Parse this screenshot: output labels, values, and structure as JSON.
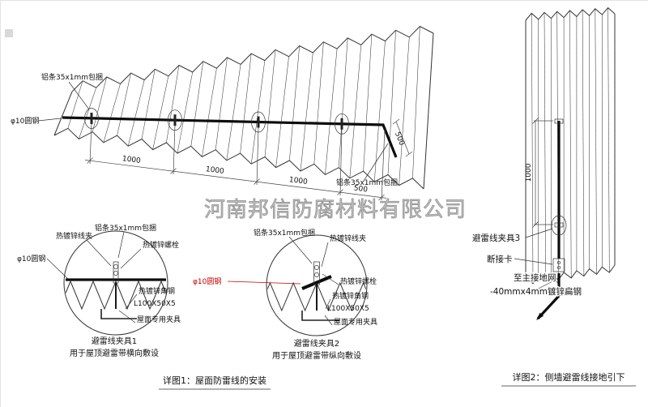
{
  "watermark": {
    "text": "河南邦信防腐材料有限公司"
  },
  "main": {
    "labels": {
      "strip_top": "铝条35x1mm包捆",
      "rod": "φ10圆钢",
      "strip_right": "铝条35x1mm包捆"
    },
    "dims": {
      "d1": "1000",
      "d2": "1000",
      "d3": "1000",
      "d4": "500",
      "side": "500"
    },
    "caption": "详图1：屋面防雷线的安装"
  },
  "detail1": {
    "labels": {
      "clamp": "热镀锌线夹",
      "strip": "铝条35x1mm包捆",
      "bolt": "热镀锌螺栓",
      "rod": "φ10圆钢",
      "angle": "热镀锌角钢",
      "angle_spec": "L100X50X5",
      "fixture": "屋面专用夹具"
    },
    "title": "避雷线夹具1",
    "subtitle": "用于屋顶避雷带横向敷设"
  },
  "detail2": {
    "labels": {
      "strip": "铝条35x1mm包捆",
      "clamp": "热镀锌线夹",
      "rod": "φ10圆钢",
      "bolt": "热镀锌螺栓",
      "angle": "热镀锌角钢",
      "angle_spec": "L100X50X5",
      "fixture": "屋面专用夹具"
    },
    "title": "避雷线夹具2",
    "subtitle": "用于屋顶避雷带纵向敷设"
  },
  "wall": {
    "dim": "1000",
    "labels": {
      "clamp3": "避雷线夹具3",
      "disconnect": "断接卡",
      "to_ground": "至主接地网",
      "flat_steel": "-40mmx4mm镀锌扁钢"
    },
    "caption": "详图2：侧墙避雷线接地引下"
  }
}
